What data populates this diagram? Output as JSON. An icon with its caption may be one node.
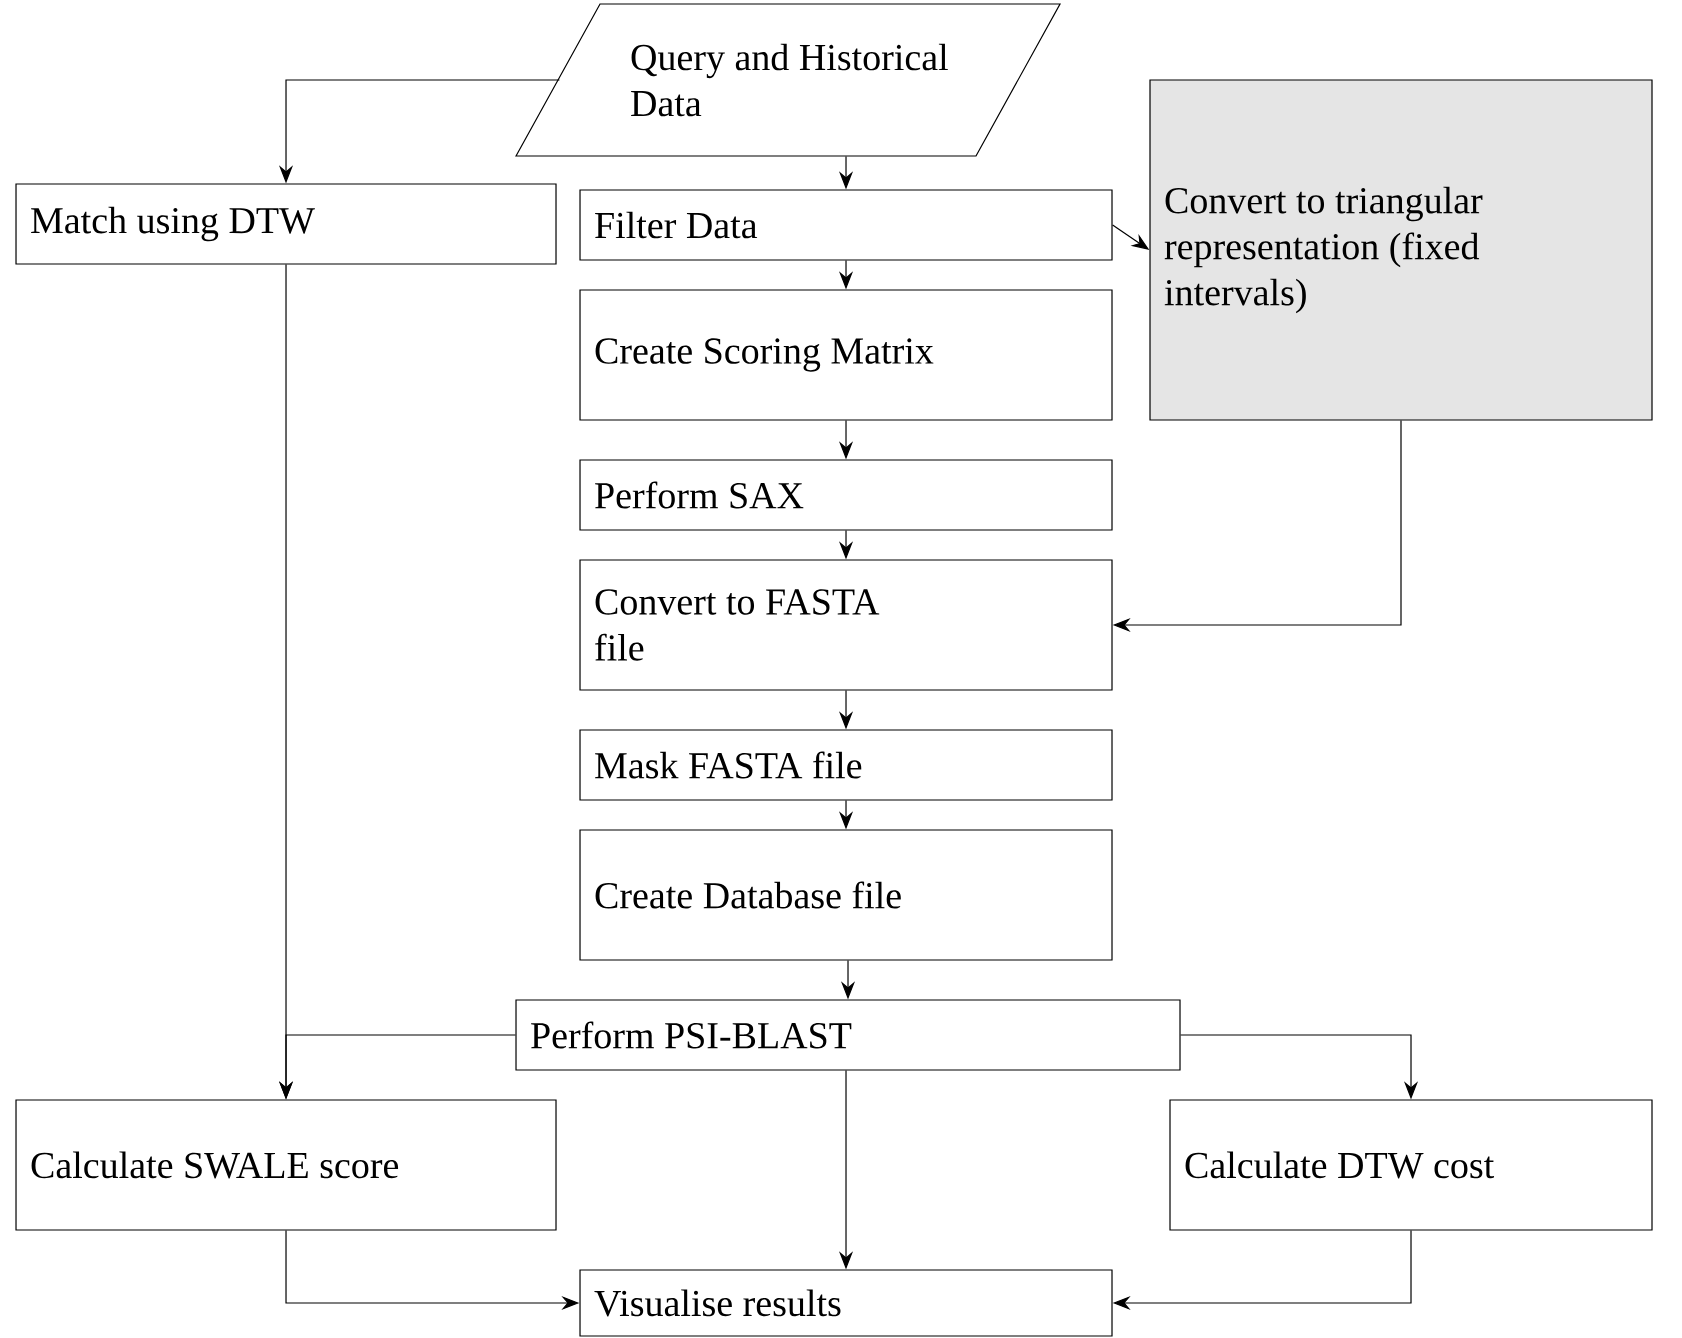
{
  "diagram": {
    "nodes": [
      {
        "text": [
          "Query and Historical Data"
        ]
      },
      {
        "text": [
          "Match using DTW"
        ]
      },
      {
        "text": [
          "Filter Data"
        ]
      },
      {
        "text": [
          "Convert to triangular representation (fixed intervals)"
        ]
      },
      {
        "text": [
          "Create Scoring Matrix"
        ]
      },
      {
        "text": [
          "Perform SAX"
        ]
      },
      {
        "text": [
          "Convert to FASTA file"
        ]
      },
      {
        "text": [
          "Mask FASTA file"
        ]
      },
      {
        "text": [
          "Create Database file"
        ]
      },
      {
        "text": [
          "Perform PSI-BLAST"
        ]
      },
      {
        "text": [
          "Calculate SWALE score"
        ]
      },
      {
        "text": [
          "Calculate DTW cost"
        ]
      },
      {
        "text": [
          "Visualise results"
        ]
      }
    ],
    "edges": [
      {
        "from": 0,
        "to": 1,
        "arrow": "to"
      },
      {
        "from": 0,
        "to": 2,
        "arrow": "to"
      },
      {
        "from": 2,
        "to": 3,
        "arrow": "to"
      },
      {
        "from": 2,
        "to": 4,
        "arrow": "to"
      },
      {
        "from": 4,
        "to": 5,
        "arrow": "to"
      },
      {
        "from": 5,
        "to": 6,
        "arrow": "to"
      },
      {
        "from": 3,
        "to": 6,
        "arrow": "to"
      },
      {
        "from": 6,
        "to": 7,
        "arrow": "to"
      },
      {
        "from": 7,
        "to": 8,
        "arrow": "to"
      },
      {
        "from": 8,
        "to": 9,
        "arrow": "to"
      },
      {
        "from": 1,
        "to": 10,
        "arrow": "to"
      },
      {
        "from": 9,
        "to": 10,
        "arrow": "to"
      },
      {
        "from": 9,
        "to": 11,
        "arrow": "to"
      },
      {
        "from": 9,
        "to": 12,
        "arrow": "to"
      },
      {
        "from": 10,
        "to": 12,
        "arrow": "to"
      },
      {
        "from": 11,
        "to": 12,
        "arrow": "to"
      }
    ]
  }
}
